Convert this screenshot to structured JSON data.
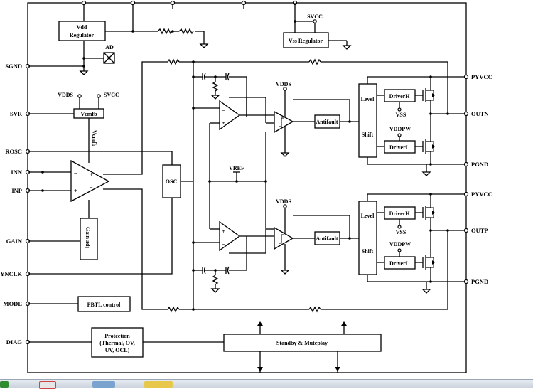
{
  "pins_left": [
    "SGND",
    "SVR",
    "ROSC",
    "INN",
    "INP",
    "GAIN",
    "SYNCLK",
    "MODE",
    "DIAG"
  ],
  "pins_right": [
    "PYVCC",
    "OUTN",
    "PGND",
    "PYVCC",
    "OUTP",
    "PGND"
  ],
  "blocks": {
    "vdd_regulator": [
      "Vdd",
      "Regulator"
    ],
    "vss_regulator": "Vss Regulator",
    "vcmfb": "Vcmfb",
    "vcmfb_wire": "Vcmfb",
    "gain_adj": "Gain adj",
    "osc": "OSC",
    "pbtl": "PBTL control",
    "protection": [
      "Protection",
      "(Thermal, OV,",
      "UV, OCL)"
    ],
    "standby": "Standby & Muteplay",
    "antifault_top": "Antifault",
    "antifault_bottom": "Antifault",
    "level_top": "Level",
    "shift_top": "Shift",
    "level_bottom": "Level",
    "shift_bottom": "Shift",
    "driverH_top": "DriverH",
    "driverL_top": "DriverL",
    "driverH_bottom": "DriverH",
    "driverL_bottom": "DriverL"
  },
  "labels": {
    "svcc_top": "SVCC",
    "ad": "AD",
    "vdds_left": "VDDS",
    "svcc_left": "SVCC",
    "vdds_top": "VDDS",
    "vdds_bottom": "VDDS",
    "vref": "VREF",
    "vss_top": "VSS",
    "vddpw_top": "VDDPW",
    "vss_bottom": "VSS",
    "vddpw_bottom": "VDDPW"
  },
  "colors": {
    "line": "#000000",
    "background": "#ffffff",
    "taskbar": "#c9d1dc"
  }
}
